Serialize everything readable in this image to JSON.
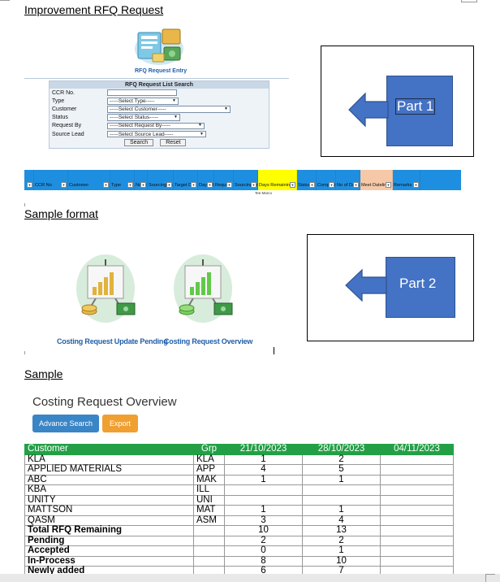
{
  "section1": {
    "heading": "Improvement RFQ Request",
    "icon_label": "RFQ Request Entry"
  },
  "rfq_search": {
    "title": "RFQ Request List Search",
    "rows": [
      {
        "label": "CCR No.",
        "value": "",
        "has_caret": false
      },
      {
        "label": "Type",
        "value": "-----Select Type-----",
        "has_caret": true
      },
      {
        "label": "Customer",
        "value": "-----Select Customer-----",
        "has_caret": true
      },
      {
        "label": "Status",
        "value": "-----Select Status-----",
        "has_caret": true
      },
      {
        "label": "Request By",
        "value": "-----Select Request By-----",
        "has_caret": true
      },
      {
        "label": "Source Lead",
        "value": "-----Select Source Lead-----",
        "has_caret": true
      }
    ],
    "search_label": "Search",
    "reset_label": "Reset"
  },
  "header_strip": {
    "columns": [
      {
        "label": "",
        "style": "blue"
      },
      {
        "label": "CCR No",
        "style": "blue"
      },
      {
        "label": "Customer",
        "style": "blue"
      },
      {
        "label": "Type",
        "style": "blue"
      },
      {
        "label": "No. of Re",
        "style": "blue"
      },
      {
        "label": "Sourcing Assignee",
        "style": "blue"
      },
      {
        "label": "Target D",
        "style": "blue"
      },
      {
        "label": "Days Du",
        "style": "blue"
      },
      {
        "label": "Request",
        "style": "blue"
      },
      {
        "label": "Sourcing Lead",
        "style": "blue"
      },
      {
        "label": "Days Remaining",
        "style": "yellow"
      },
      {
        "label": "Status",
        "style": "blue"
      },
      {
        "label": "Completion Date",
        "style": "blue"
      },
      {
        "label": "No of Days Taken",
        "style": "blue"
      },
      {
        "label": "Meet Dateline",
        "style": "peach"
      },
      {
        "label": "Remarks",
        "style": "blue"
      }
    ],
    "below_text": "Tee Marco"
  },
  "part1": {
    "label": "Part 1"
  },
  "section2": {
    "heading": "Sample format"
  },
  "part2": {
    "label": "Part 2"
  },
  "icons": [
    {
      "label": "Costing Request Update Pending",
      "icon": "presentation-chart-gold-icon"
    },
    {
      "label": "Costing Request Overview",
      "icon": "presentation-chart-green-icon"
    }
  ],
  "section3": {
    "heading": "Sample"
  },
  "overview": {
    "title": "Costing Request Overview",
    "advance_search_label": "Advance Search",
    "export_label": "Export",
    "colors": {
      "advance": "#3a85c6",
      "export": "#f0a030",
      "header": "#23a046"
    },
    "table": {
      "headers": [
        "Customer",
        "Grp",
        "21/10/2023",
        "28/10/2023",
        "04/11/2023"
      ],
      "rows": [
        {
          "cells": [
            "KLA",
            "KLA",
            "1",
            "2",
            ""
          ],
          "bold": false
        },
        {
          "cells": [
            "APPLIED MATERIALS",
            "APP",
            "4",
            "5",
            ""
          ],
          "bold": false
        },
        {
          "cells": [
            "ABC",
            "MAK",
            "1",
            "1",
            ""
          ],
          "bold": false
        },
        {
          "cells": [
            "KBA",
            "ILL",
            "",
            "",
            ""
          ],
          "bold": false
        },
        {
          "cells": [
            "UNITY",
            "UNI",
            "",
            "",
            ""
          ],
          "bold": false
        },
        {
          "cells": [
            "MATTSON",
            "MAT",
            "1",
            "1",
            ""
          ],
          "bold": false
        },
        {
          "cells": [
            "QASM",
            "ASM",
            "3",
            "4",
            ""
          ],
          "bold": false
        },
        {
          "cells": [
            "Total RFQ Remaining",
            "",
            "10",
            "13",
            ""
          ],
          "bold": true
        },
        {
          "cells": [
            "Pending",
            "",
            "2",
            "2",
            ""
          ],
          "bold": true
        },
        {
          "cells": [
            "Accepted",
            "",
            "0",
            "1",
            ""
          ],
          "bold": true
        },
        {
          "cells": [
            "In-Process",
            "",
            "8",
            "10",
            ""
          ],
          "bold": true
        },
        {
          "cells": [
            "Newly added",
            "",
            "6",
            "7",
            ""
          ],
          "bold": true
        }
      ]
    }
  }
}
